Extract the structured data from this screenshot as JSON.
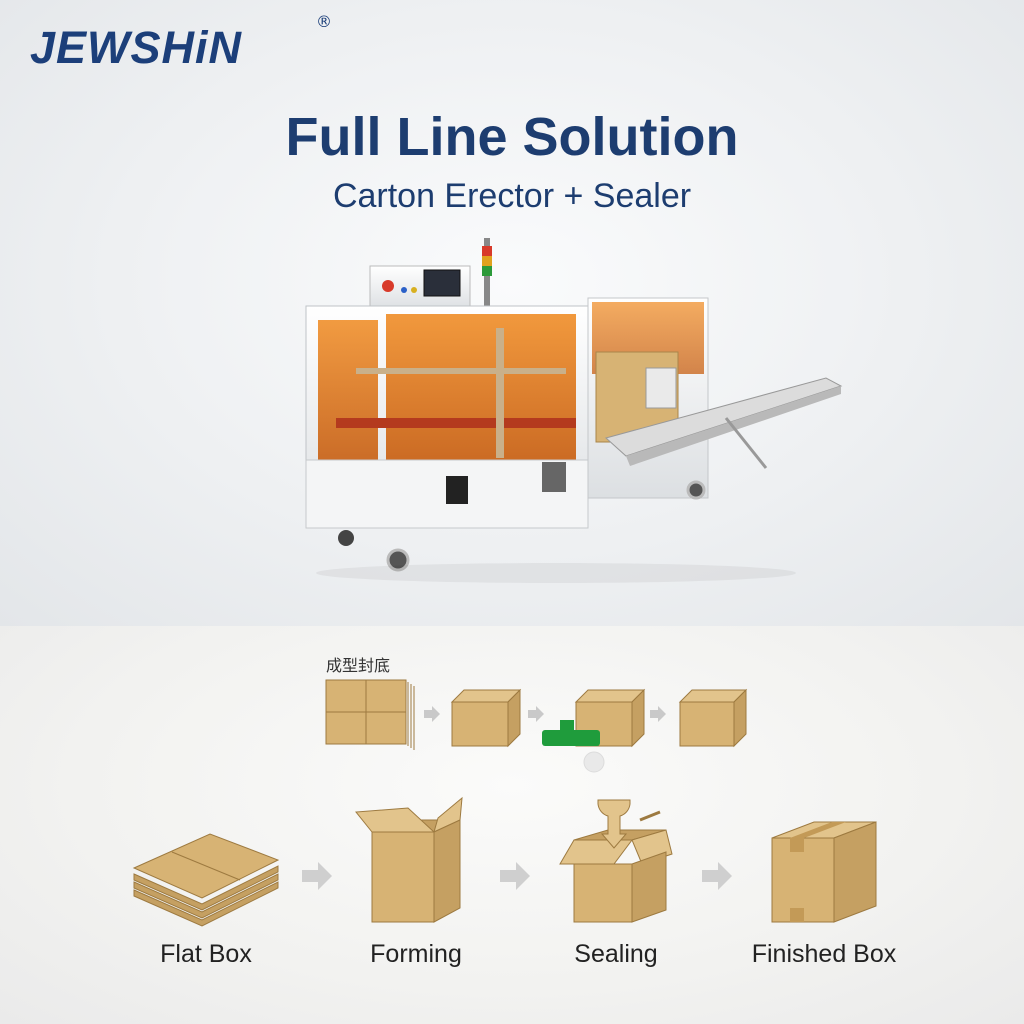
{
  "brand": {
    "logo_text": "JEWSHiN",
    "registered_mark": "®"
  },
  "headline": {
    "title": "Full Line Solution",
    "subtitle": "Carton Erector + Sealer"
  },
  "process_label_cn": "成型封底",
  "steps": [
    {
      "label": "Flat Box"
    },
    {
      "label": "Forming"
    },
    {
      "label": "Sealing"
    },
    {
      "label": "Finished Box"
    }
  ],
  "colors": {
    "brand_blue": "#1c3f7a",
    "cardboard": "#d7b374",
    "cardboard_dark": "#b8914f",
    "machine_orange": "#e07a1f",
    "tape_green": "#1f9c3c",
    "arrow_gray": "#c9c9c9"
  }
}
